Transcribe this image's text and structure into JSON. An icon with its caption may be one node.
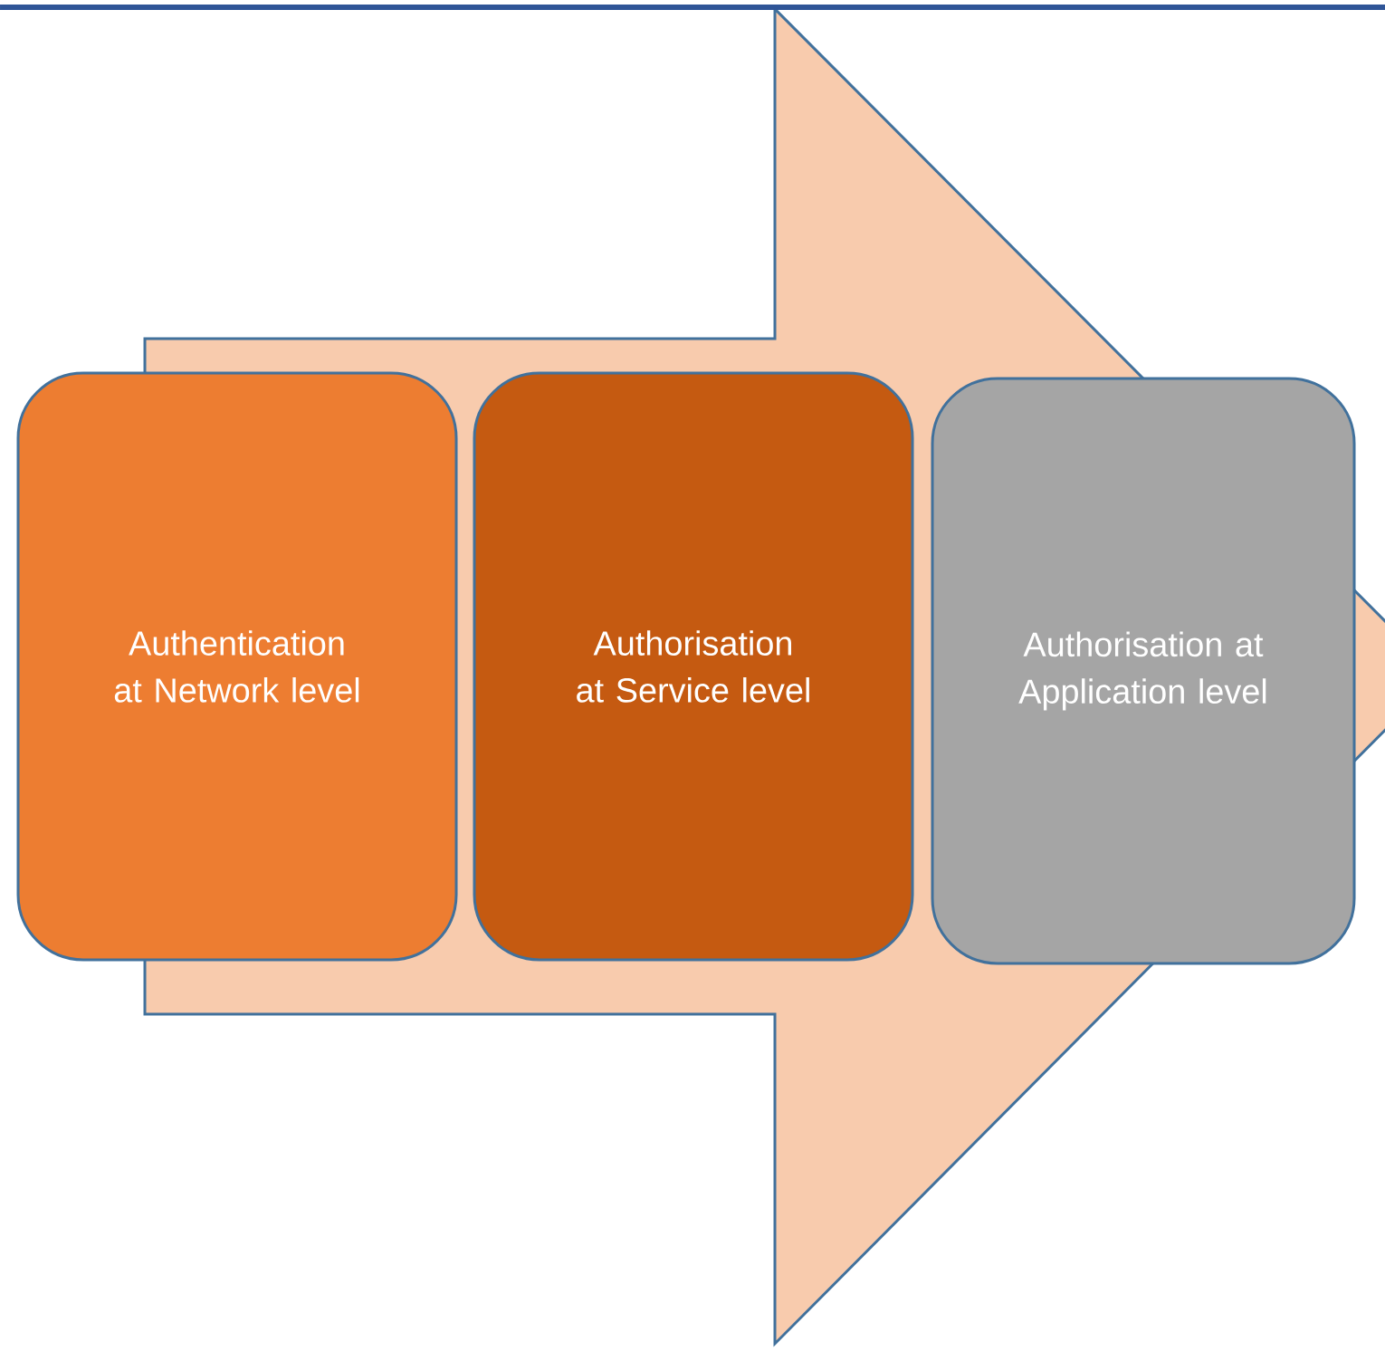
{
  "diagram": {
    "nodes": [
      {
        "text": [
          "Authentication at Network level"
        ]
      },
      {
        "text": [
          "Authorisation at Service level"
        ]
      },
      {
        "text": [
          "Authorisation at Application level"
        ]
      }
    ]
  }
}
